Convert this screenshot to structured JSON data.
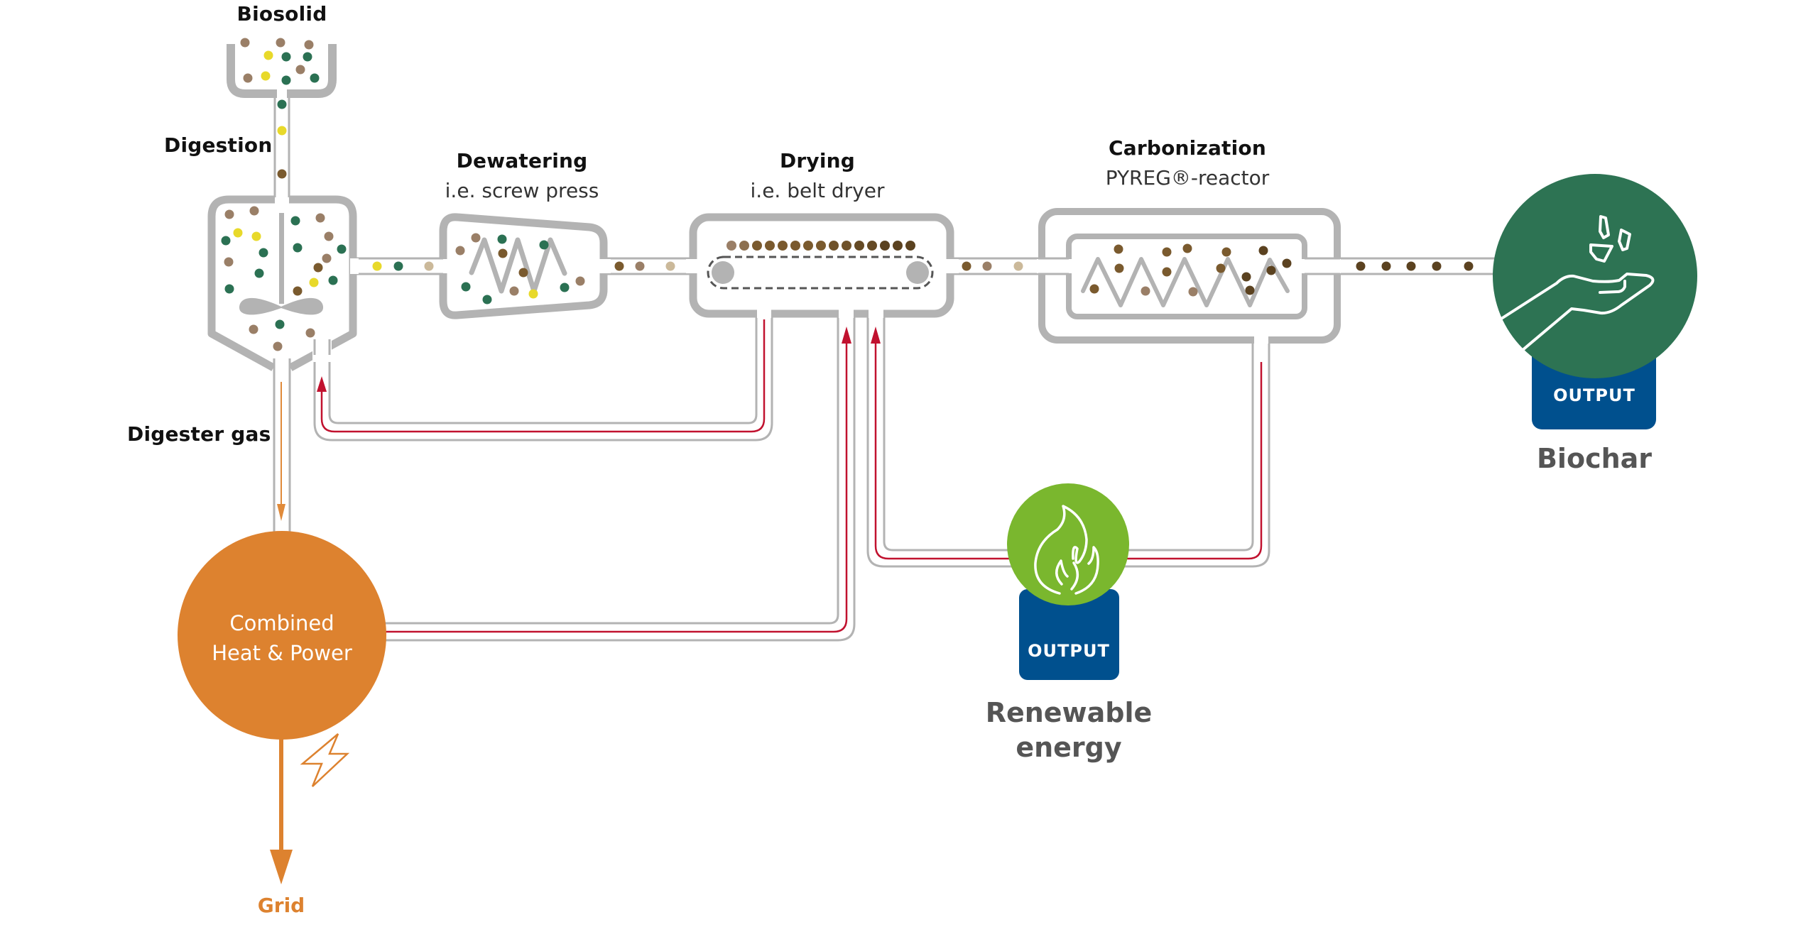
{
  "colors": {
    "pipe": "#b3b3b3",
    "heat_line": "#c1122f",
    "gas_line": "#e08a3a",
    "chp": "#dd822f",
    "biochar": "#2d7353",
    "renewable": "#7ab72e",
    "output_badge": "#00508e",
    "dot_yellow": "#e8d92a",
    "dot_green": "#2b7153",
    "dot_beige": "#cbb99a",
    "dot_taupe": "#9a7f67",
    "dot_brown": "#7a5a2e",
    "dot_darkbrown": "#5b4220"
  },
  "labels": {
    "biosolid": "Biosolid",
    "digestion": "Digestion",
    "digester_gas": "Digester gas",
    "dewatering": {
      "title": "Dewatering",
      "subtitle": "i.e. screw press"
    },
    "drying": {
      "title": "Drying",
      "subtitle": "i.e. belt dryer"
    },
    "carbonization": {
      "title": "Carbonization",
      "subtitle": "PYREG®-reactor"
    },
    "chp": {
      "line1": "Combined",
      "line2": "Heat & Power"
    },
    "grid": "Grid"
  },
  "outputs": [
    {
      "id": "biochar",
      "badge": "OUTPUT",
      "label": "Biochar",
      "icon": "hand-with-biochar-icon"
    },
    {
      "id": "renewable",
      "badge": "OUTPUT",
      "label_line1": "Renewable",
      "label_line2": "energy",
      "icon": "flame-icon"
    }
  ],
  "icons": {
    "power": "lightning-bolt-icon",
    "agitator": "agitator-icon",
    "screw": "screw-icon",
    "belt": "conveyor-belt-icon"
  }
}
